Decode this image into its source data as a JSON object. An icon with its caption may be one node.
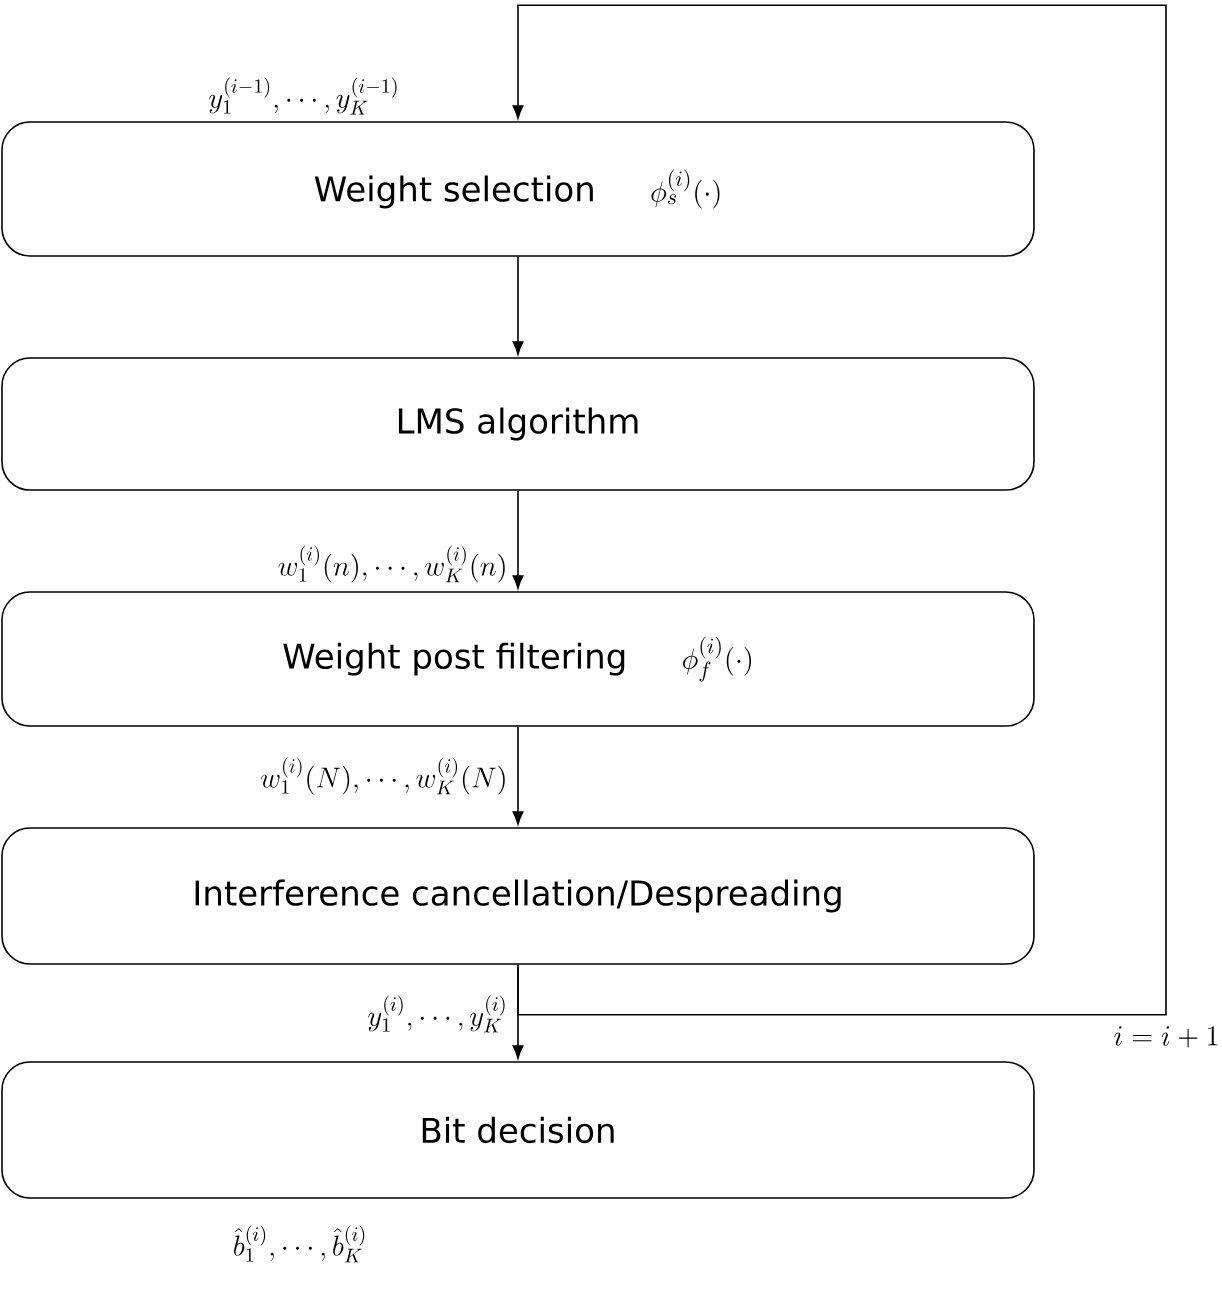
{
  "diagram": {
    "nodes": [
      {
        "text": [
          "Weight selection",
          "\\phi_s^{(i)}(\\cdot)"
        ]
      },
      {
        "text": [
          "LMS algorithm"
        ]
      },
      {
        "text": [
          "Weight post filtering",
          "\\phi_f^{(i)}(\\cdot)"
        ]
      },
      {
        "text": [
          "Interference cancellation/Despreading"
        ]
      },
      {
        "text": [
          "Bit decision"
        ]
      }
    ],
    "edges": [
      {
        "from": 0,
        "to": 1,
        "arrow": "to"
      },
      {
        "from": 1,
        "to": 2,
        "arrow": "to",
        "label": "w_1^{(i)}(n),\\cdots,w_K^{(i)}(n)"
      },
      {
        "from": 2,
        "to": 3,
        "arrow": "to",
        "label": "w_1^{(i)}(N),\\cdots,w_K^{(i)}(N)"
      },
      {
        "from": 3,
        "to": 4,
        "arrow": "to",
        "label": "y_1^{(i)},\\cdots,y_K^{(i)}"
      },
      {
        "from": 3,
        "to": 0,
        "arrow": "to",
        "label": "i=i+1"
      }
    ],
    "labels": [
      "y_1^{(i-1)},\\cdots,y_K^{(i-1)}",
      "\\hat{b}_1^{(i)},\\cdots,\\hat{b}_K^{(i)}"
    ]
  }
}
